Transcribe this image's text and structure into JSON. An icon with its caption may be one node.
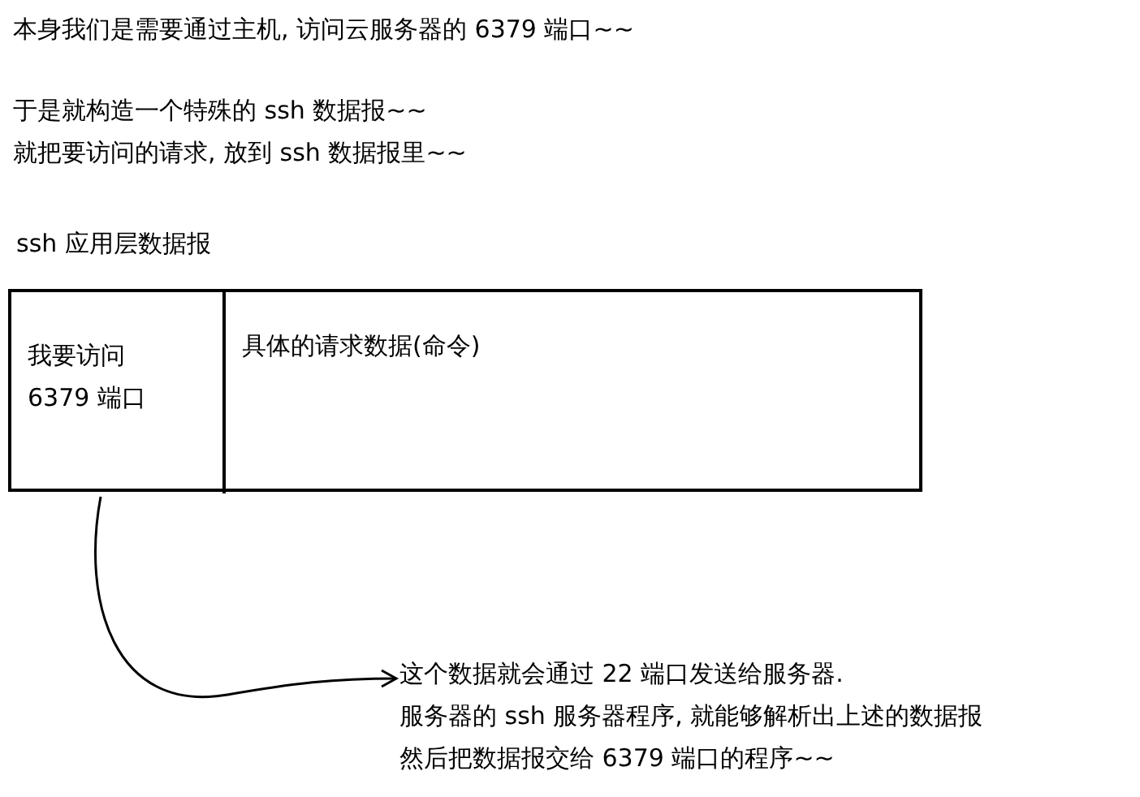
{
  "diagram": {
    "nodes": [
      {
        "text": [
          "ssh 应用层数据报"
        ]
      },
      {
        "text": [
          "我要访问 6379 端口"
        ],
        "in": 0
      },
      {
        "text": [
          "具体的请求数据(命令)"
        ],
        "in": 0
      },
      {
        "text": [
          "这个数据就会通过 22 端口发送给服务器.",
          "服务器的 ssh 服务器程序, 就能够解析出上述的数据报",
          "然后把数据报交给 6379 端口的程序~~"
        ]
      }
    ],
    "edges": [
      {
        "from": 0,
        "to": 3,
        "arrow": "to"
      }
    ],
    "labels": [
      "本身我们是需要通过主机, 访问云服务器的 6379 端口~~",
      "于是就构造一个特殊的 ssh 数据报~~",
      "就把要访问的请求, 放到 ssh 数据报里~~"
    ]
  }
}
